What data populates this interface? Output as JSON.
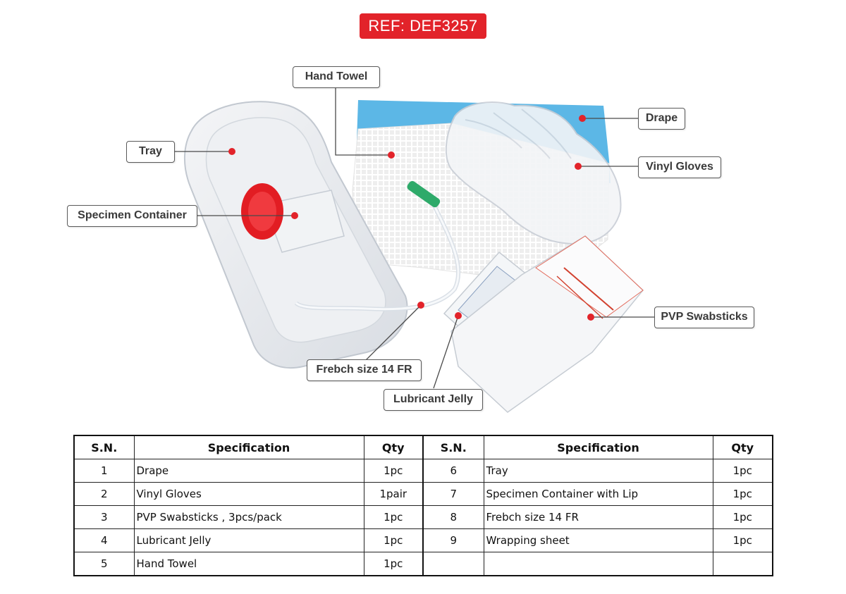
{
  "header": {
    "ref_label": "REF: DEF3257"
  },
  "callouts": {
    "hand_towel": "Hand Towel",
    "drape": "Drape",
    "tray": "Tray",
    "vinyl_gloves": "Vinyl Gloves",
    "specimen_container": "Specimen Container",
    "pvp_swabsticks": "PVP Swabsticks",
    "catheter": "Frebch size 14 FR",
    "lubricant_jelly": "Lubricant Jelly"
  },
  "colors": {
    "accent_red": "#e2232a",
    "drape_blue": "#58b3e3",
    "catheter_green": "#2eaa6a"
  },
  "table": {
    "headers": {
      "sn": "S.N.",
      "spec": "Specification",
      "qty": "Qty"
    },
    "rows": [
      {
        "left": {
          "sn": "1",
          "spec": "Drape",
          "qty": "1pc"
        },
        "right": {
          "sn": "6",
          "spec": "Tray",
          "qty": "1pc"
        }
      },
      {
        "left": {
          "sn": "2",
          "spec": "Vinyl Gloves",
          "qty": "1pair"
        },
        "right": {
          "sn": "7",
          "spec": "Specimen Container with Lip",
          "qty": "1pc"
        }
      },
      {
        "left": {
          "sn": "3",
          "spec": "PVP Swabsticks , 3pcs/pack",
          "qty": "1pc"
        },
        "right": {
          "sn": "8",
          "spec": "Frebch size 14 FR",
          "qty": "1pc"
        }
      },
      {
        "left": {
          "sn": "4",
          "spec": "Lubricant Jelly",
          "qty": "1pc"
        },
        "right": {
          "sn": "9",
          "spec": "Wrapping sheet",
          "qty": "1pc"
        }
      },
      {
        "left": {
          "sn": "5",
          "spec": "Hand Towel",
          "qty": "1pc"
        },
        "right": {
          "sn": "",
          "spec": "",
          "qty": ""
        }
      }
    ]
  }
}
